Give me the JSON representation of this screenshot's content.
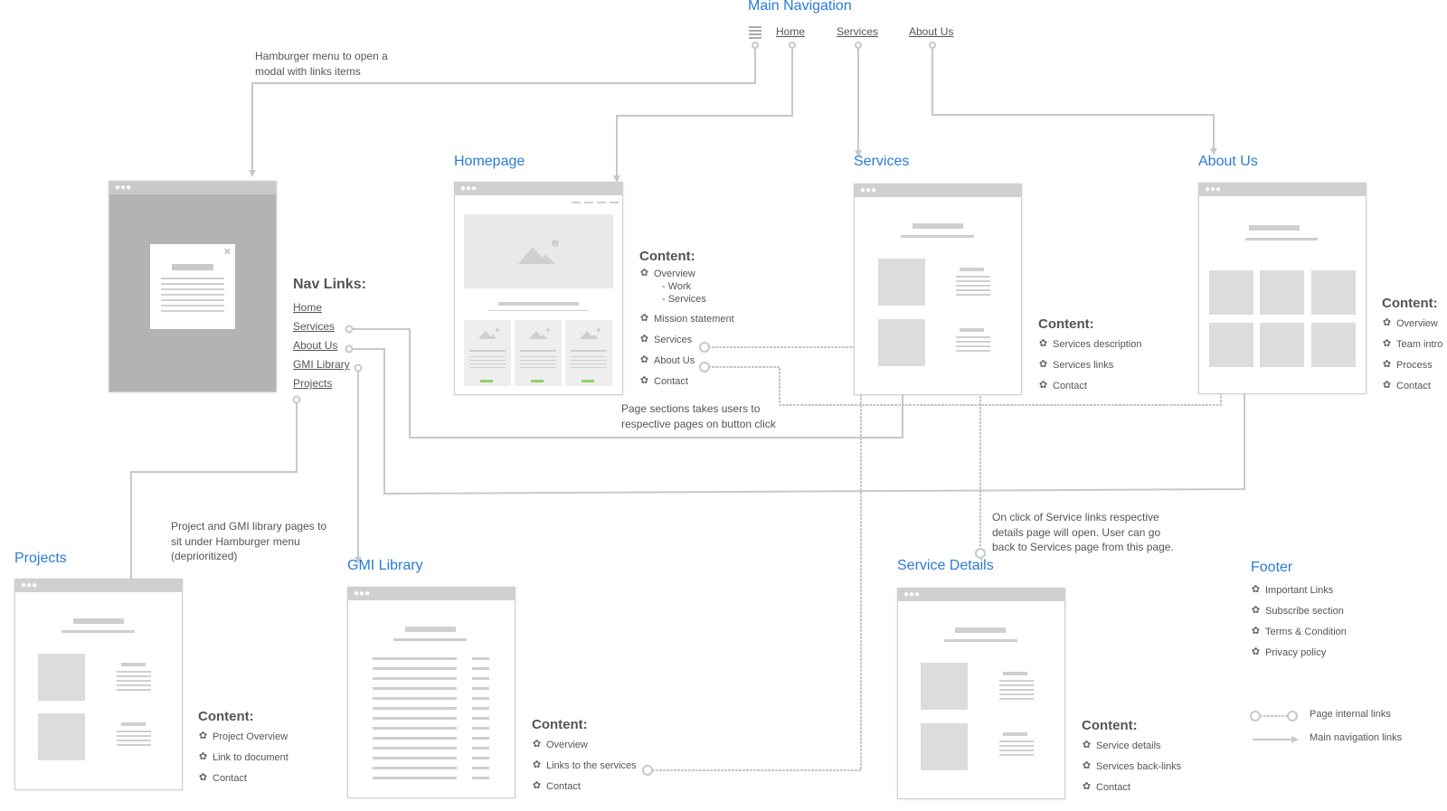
{
  "main_navigation": {
    "title": "Main Navigation",
    "links": [
      "Home",
      "Services",
      "About Us"
    ]
  },
  "notes": {
    "hamburger": [
      "Hamburger menu to open a",
      "modal with links items"
    ],
    "page_sections": [
      "Page sections takes users to",
      "respective pages on button click"
    ],
    "service_links": [
      "On click of Service links respective",
      "details page will open. User can go",
      "back to Services page from this page."
    ],
    "projects_gmi": [
      "Project and GMI library pages to",
      "sit under Hamburger menu",
      "(deprioritized)"
    ]
  },
  "nav_links": {
    "title": "Nav Links:",
    "items": [
      "Home",
      "Services",
      "About Us",
      "GMI Library",
      "Projects"
    ]
  },
  "pages": {
    "homepage": {
      "title": "Homepage",
      "content_title": "Content:",
      "overview": "Overview",
      "overview_subs": [
        "- Work",
        "- Services"
      ],
      "items": [
        "Mission statement",
        "Services",
        "About Us",
        "Contact"
      ]
    },
    "services": {
      "title": "Services",
      "content_title": "Content:",
      "items": [
        "Services description",
        "Services links",
        "Contact"
      ]
    },
    "about": {
      "title": "About Us",
      "content_title": "Content:",
      "items": [
        "Overview",
        "Team intro",
        "Process",
        "Contact"
      ]
    },
    "projects": {
      "title": "Projects",
      "content_title": "Content:",
      "items": [
        "Project Overview",
        "Link to document",
        "Contact"
      ]
    },
    "gmi": {
      "title": "GMI Library",
      "content_title": "Content:",
      "items": [
        "Overview",
        "Links to the services",
        "Contact"
      ]
    },
    "service_details": {
      "title": "Service Details",
      "content_title": "Content:",
      "items": [
        "Service details",
        "Services back-links",
        "Contact"
      ]
    }
  },
  "footer": {
    "title": "Footer",
    "items": [
      "Important Links",
      "Subscribe section",
      "Terms & Condition",
      "Privacy policy"
    ]
  },
  "legend": {
    "internal": "Page internal links",
    "main_nav": "Main navigation links"
  },
  "colors": {
    "heading": "#2a7bd8",
    "connector": "#c8c8c8",
    "placeholder": "#dcdcdc",
    "accent_button": "#8fd16a"
  },
  "icons": {
    "list_bullet": "gear-icon",
    "menu": "hamburger-icon",
    "window_controls": "dots-icon",
    "close": "close-icon",
    "image": "image-icon"
  }
}
